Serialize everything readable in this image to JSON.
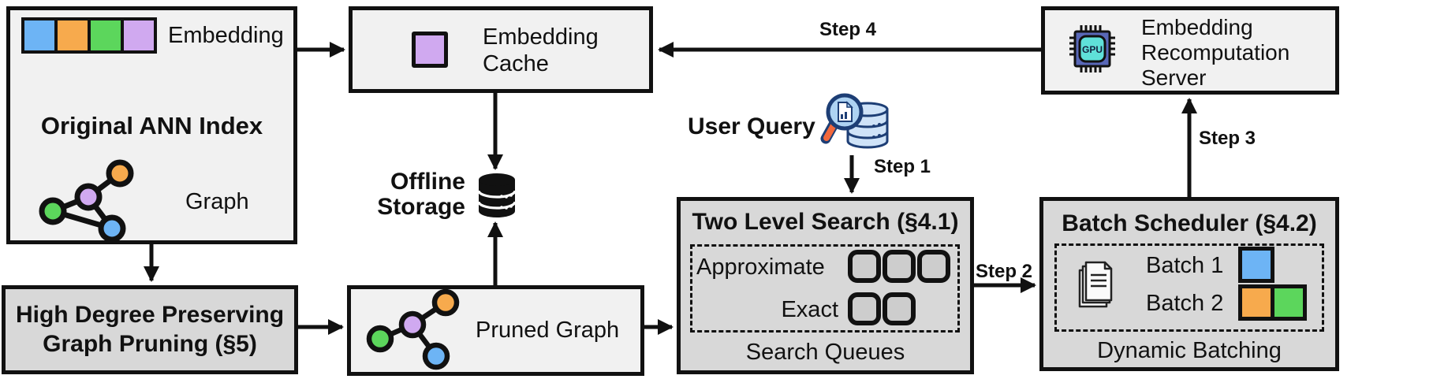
{
  "colors": {
    "border": "#111111",
    "box_light": "#f1f1f1",
    "box_dark": "#d8d8d8",
    "queue_fill": "#cdcdcd",
    "blue": "#6db4f5",
    "orange": "#f7aa4d",
    "green": "#5cd65c",
    "purple": "#d0a9f0",
    "gpu_body": "#5968b8",
    "gpu_core": "#5fe0d9",
    "gpu_text": "#13203f",
    "query_outline": "#1d3e75",
    "query_lens": "#aed3f2",
    "query_db": "#cfe3f8",
    "query_handle": "#f2683c"
  },
  "boxes": {
    "original_ann_index": {
      "title": "Original ANN Index",
      "embedding_label": "Embedding",
      "graph_label": "Graph"
    },
    "graph_pruning": {
      "line1": "High Degree Preserving",
      "line2": "Graph Pruning (§5)"
    },
    "embedding_cache": {
      "line1": "Embedding",
      "line2": "Cache"
    },
    "offline_storage": {
      "line1": "Offline",
      "line2": "Storage"
    },
    "pruned_graph": {
      "label": "Pruned Graph"
    },
    "user_query": {
      "label": "User Query"
    },
    "two_level_search": {
      "title": "Two Level Search (§4.1)",
      "approximate_label": "Approximate",
      "exact_label": "Exact",
      "caption": "Search Queues",
      "approximate_queues": 3,
      "exact_queues": 2
    },
    "batch_scheduler": {
      "title": "Batch Scheduler (§4.2)",
      "batch1_label": "Batch 1",
      "batch2_label": "Batch 2",
      "caption": "Dynamic Batching"
    },
    "recomputation_server": {
      "line1": "Embedding",
      "line2": "Recomputation",
      "line3": "Server",
      "chip_label": "GPU"
    }
  },
  "steps": {
    "step1": "Step 1",
    "step2": "Step 2",
    "step3": "Step 3",
    "step4": "Step 4"
  },
  "embedding_colors": [
    "#6db4f5",
    "#f7aa4d",
    "#5cd65c",
    "#d0a9f0"
  ],
  "batch1_colors": [
    "#6db4f5"
  ],
  "batch2_colors": [
    "#f7aa4d",
    "#5cd65c"
  ]
}
